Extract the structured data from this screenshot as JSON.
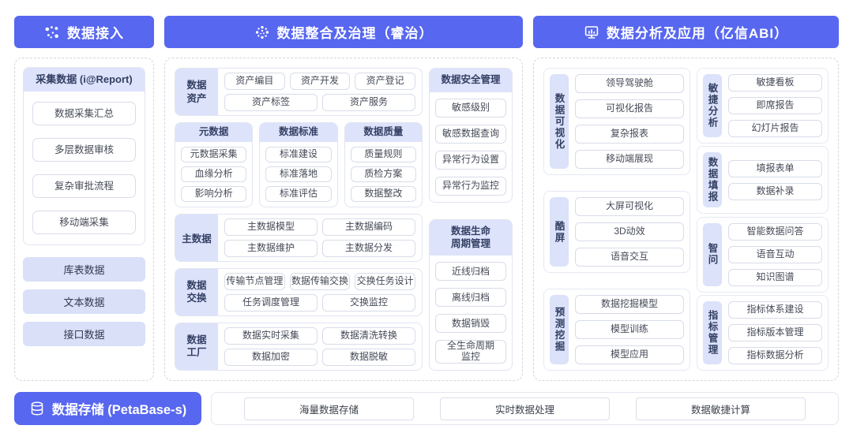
{
  "headers": {
    "access": "数据接入",
    "governance": "数据整合及治理（睿治）",
    "analysis": "数据分析及应用（亿信ABI）"
  },
  "icons": {
    "access": "scatter-dots-icon",
    "governance": "dot-swirl-icon",
    "analysis": "monitor-chart-icon",
    "storage": "database-icon"
  },
  "left_panel": {
    "collect": {
      "title": "采集数据 (i@Report)",
      "items": [
        "数据采集汇总",
        "多层数据审核",
        "复杂审批流程",
        "移动端采集"
      ]
    },
    "sources": [
      "库表数据",
      "文本数据",
      "接口数据"
    ]
  },
  "middle_panel": {
    "asset": {
      "label": "数据资产",
      "items": [
        "资产编目",
        "资产开发",
        "资产登记",
        "资产标签",
        "资产服务"
      ]
    },
    "meta": {
      "title": "元数据",
      "items": [
        "元数据采集",
        "血缘分析",
        "影响分析"
      ]
    },
    "standard": {
      "title": "数据标准",
      "items": [
        "标准建设",
        "标准落地",
        "标准评估"
      ]
    },
    "quality": {
      "title": "数据质量",
      "items": [
        "质量规则",
        "质检方案",
        "数据整改"
      ]
    },
    "master": {
      "label": "主数据",
      "items": [
        "主数据模型",
        "主数据编码",
        "主数据维护",
        "主数据分发"
      ]
    },
    "exchange": {
      "label": "数据交换",
      "items": [
        "传输节点管理",
        "数据传输交换",
        "交换任务设计",
        "任务调度管理",
        "交换监控"
      ]
    },
    "factory": {
      "label": "数据工厂",
      "items": [
        "数据实时采集",
        "数据清洗转换",
        "数据加密",
        "数据脱敏"
      ]
    },
    "security": {
      "title": "数据安全管理",
      "items": [
        "敏感级别",
        "敏感数据查询",
        "异常行为设置",
        "异常行为监控"
      ]
    },
    "lifecycle": {
      "title": "数据生命周期管理",
      "items": [
        "近线归档",
        "离线归档",
        "数据销毁",
        "全生命周期监控"
      ]
    }
  },
  "right_panel": {
    "visualization": {
      "label": "数据可视化",
      "items": [
        "领导驾驶舱",
        "可视化报告",
        "复杂报表",
        "移动端展现"
      ]
    },
    "coolscreen": {
      "label": "酷屏",
      "items": [
        "大屏可视化",
        "3D动效",
        "语音交互"
      ]
    },
    "mining": {
      "label": "预测挖掘",
      "items": [
        "数据挖掘模型",
        "模型训练",
        "模型应用"
      ]
    },
    "agile": {
      "label": "敏捷分析",
      "items": [
        "敏捷看板",
        "即席报告",
        "幻灯片报告"
      ]
    },
    "filling": {
      "label": "数据填报",
      "items": [
        "填报表单",
        "数据补录"
      ]
    },
    "askdata": {
      "label": "智问",
      "items": [
        "智能数据问答",
        "语音互动",
        "知识图谱"
      ]
    },
    "indicator": {
      "label": "指标管理",
      "items": [
        "指标体系建设",
        "指标版本管理",
        "指标数据分析"
      ]
    }
  },
  "bottom": {
    "storage": "数据存储 (PetaBase-s)",
    "items": [
      "海量数据存储",
      "实时数据处理",
      "数据敏捷计算"
    ]
  },
  "colors": {
    "accent": "#5767ef",
    "light_purple": "#dde3fb"
  }
}
